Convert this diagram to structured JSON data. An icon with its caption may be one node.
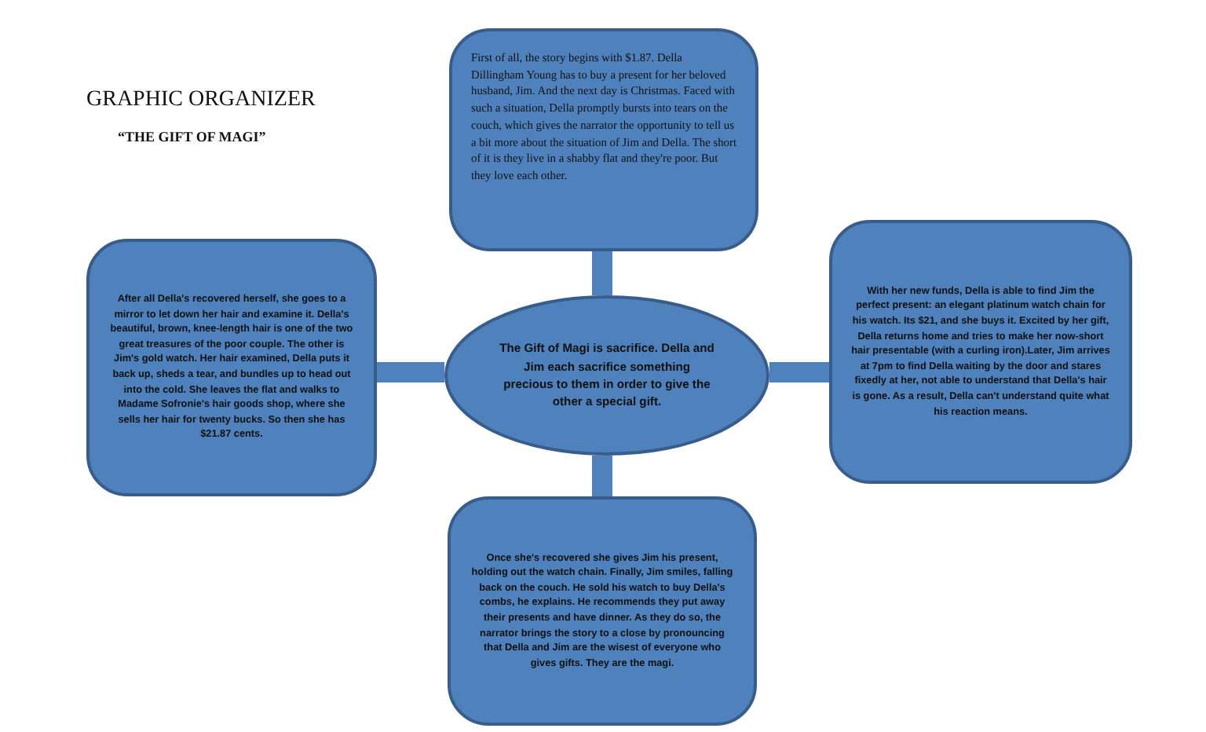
{
  "diagram": {
    "title": "GRAPHIC ORGANIZER",
    "nodes": [
      {
        "text": [
          "First of all, the story begins with $1.87. Della Dillingham Young has to buy a present for her beloved husband, Jim. And the next day is Christmas. Faced with such a situation, Della promptly bursts into tears on the couch, which gives the narrator the opportunity to tell us a bit more about the situation of Jim and Della. The short of it is they live in a shabby flat and they're poor. But they love each other."
        ]
      },
      {
        "text": [
          "After all Della's recovered herself, she goes to a mirror to let down her hair and examine it. Della's beautiful, brown, knee-length hair is one of the two great treasures of the poor couple. The other is Jim's gold watch. Her hair examined, Della puts it back up, sheds a tear, and bundles up to head out into the cold. She leaves the flat and walks to Madame Sofronie's hair goods shop, where she sells her hair for twenty bucks. So then she has $21.87 cents."
        ]
      },
      {
        "text": [
          "The Gift of  Magi is sacrifice.  Della and Jim each sacrifice something precious to them in order to give the other a special gift."
        ]
      },
      {
        "text": [
          "With her new funds, Della is able to find Jim the perfect present: an elegant platinum watch chain for his watch. Its $21, and she buys it. Excited by her gift, Della returns home and tries to make her now-short hair presentable (with a curling iron).Later, Jim arrives at 7pm to find Della waiting by the door and stares fixedly at her, not able to understand that Della's hair is gone. As a result, Della can't understand quite what his reaction means."
        ]
      },
      {
        "text": [
          "Once she's recovered she gives Jim his present, holding out the watch chain. Finally, Jim smiles, falling back on the couch. He sold his watch to buy Della's combs, he explains. He recommends they put away their presents and have dinner. As they do so, the narrator brings the story to a close by pronouncing that Della and Jim are the wisest of everyone who gives gifts. They are the magi."
        ]
      }
    ],
    "edges": [
      {
        "from": 2,
        "to": 0,
        "arrow": "none"
      },
      {
        "from": 2,
        "to": 1,
        "arrow": "none"
      },
      {
        "from": 2,
        "to": 3,
        "arrow": "none"
      },
      {
        "from": 2,
        "to": 4,
        "arrow": "none"
      }
    ],
    "labels": [
      "“THE GIFT OF MAGI”"
    ]
  }
}
